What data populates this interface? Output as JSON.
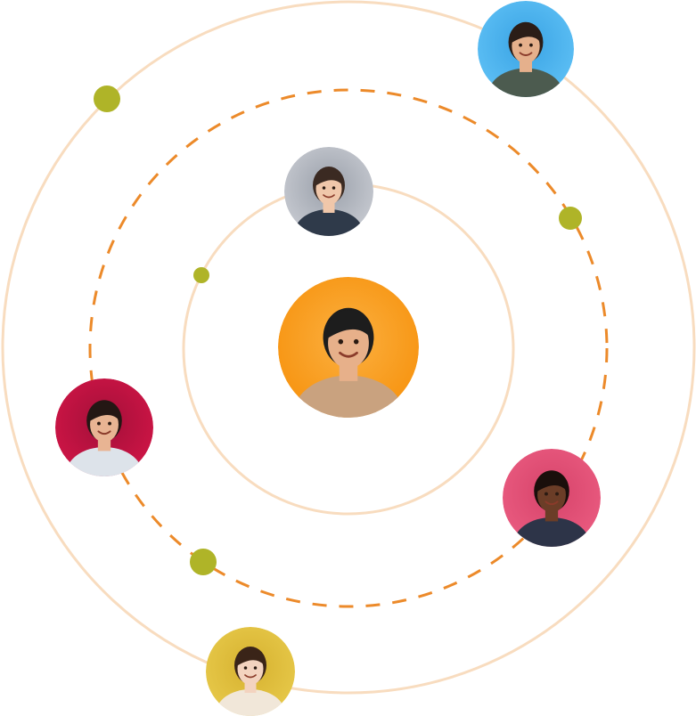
{
  "colors": {
    "ring": "#f8dcbf",
    "dashed_orbit": "#ec8a2a",
    "dot": "#afb428",
    "background": "#ffffff"
  },
  "avatars": [
    {
      "name": "avatar-center",
      "icon": "person-avatar-icon",
      "bg": "#f7930f",
      "bg2": "#fbb040",
      "skin": "#e7b08a",
      "hair": "#1d1d1d",
      "shirt": "#c9a27f"
    },
    {
      "name": "avatar-top-center",
      "icon": "person-avatar-icon",
      "bg": "#c7cad1",
      "bg2": "#9aa0aa",
      "skin": "#f0c7aa",
      "hair": "#3b2a22",
      "shirt": "#2f3a4a"
    },
    {
      "name": "avatar-top-right",
      "icon": "person-avatar-icon",
      "bg": "#5ec0f5",
      "bg2": "#39a3e4",
      "skin": "#e5b08c",
      "hair": "#2b1d17",
      "shirt": "#4c5b4f"
    },
    {
      "name": "avatar-left",
      "icon": "person-avatar-icon",
      "bg": "#cf1546",
      "bg2": "#a30f39",
      "skin": "#e8b493",
      "hair": "#241714",
      "shirt": "#dde3ea"
    },
    {
      "name": "avatar-right",
      "icon": "person-avatar-icon",
      "bg": "#ea5b80",
      "bg2": "#d6436a",
      "skin": "#6b3d27",
      "hair": "#1a0f0b",
      "shirt": "#2d3448"
    },
    {
      "name": "avatar-bottom",
      "icon": "person-avatar-icon",
      "bg": "#e7c94a",
      "bg2": "#d6b12f",
      "skin": "#f3d3bf",
      "hair": "#3a2418",
      "shirt": "#f1e7d9"
    }
  ]
}
